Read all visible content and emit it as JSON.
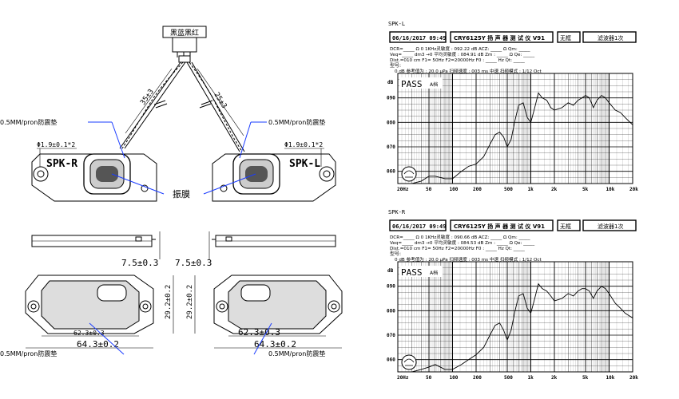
{
  "drawing": {
    "connector_label": "黑蓝黑红",
    "cable_len_left": "35±3",
    "cable_len_right": "25±3",
    "foam_note": "0.5MM/pron防震垫",
    "hole_note": "Φ1.9±0.1*2",
    "spk_left_label": "SPK-R",
    "spk_right_label": "SPK-L",
    "diaphragm_label": "振膜",
    "dim_thickness": "7.5±0.3",
    "dim_height": "29.2±0.2",
    "dim_inner_width": "62.3±0.3",
    "dim_outer_width": "64.3±0.2"
  },
  "reports": [
    {
      "section": "SPK-L",
      "date": "06/16/2017 09:49",
      "instrument": "CRY6125Y 扬 声 器 测 试 仪  V91",
      "frame_label": "无框",
      "filter_label": "滤波器1次",
      "row1": "DCR=_____ Ω     0 1KHz灵敏度 : 092.22 dB       ACZ: _____ Ω   Qm: _____",
      "row2": "Veq=_____ dm3  →0 平均灵敏度 : 084.91 dB       Zm : _____ Ω   Qe: _____",
      "row3": "Dist.=010 cm       F1=   50Hz  F2=20000Hz     F0 : _____ Hz  Qt: _____",
      "model": "型号:",
      "ref_line": "0 dB 参考值为 : 20.0 μPa    扫频速度 : 003 ms 中速   扫频模式 : 1/12 Oct",
      "pass": "PASS",
      "pass_suffix": "A档",
      "y_unit": "dB",
      "y_ticks": [
        "090",
        "080",
        "070",
        "060"
      ],
      "x_ticks": [
        "20Hz",
        "50",
        "100",
        "200",
        "500",
        "1k",
        "2k",
        "5k",
        "10k",
        "20k"
      ],
      "chart_data": {
        "type": "line",
        "xscale": "log",
        "xlim": [
          20,
          20000
        ],
        "ylim": [
          55,
          100
        ],
        "x": [
          20,
          30,
          40,
          50,
          60,
          80,
          100,
          130,
          160,
          200,
          250,
          300,
          350,
          400,
          450,
          500,
          560,
          630,
          700,
          800,
          900,
          1000,
          1100,
          1250,
          1400,
          1600,
          1800,
          2000,
          2500,
          3000,
          3500,
          4000,
          4500,
          5000,
          5600,
          6300,
          7000,
          8000,
          9000,
          10000,
          12000,
          14000,
          16000,
          20000
        ],
        "y": [
          55,
          55,
          56,
          58,
          58,
          57,
          57,
          60,
          62,
          63,
          66,
          71,
          75,
          76,
          74,
          70,
          73,
          81,
          87,
          88,
          82,
          80,
          85,
          92,
          90,
          89,
          86,
          85,
          86,
          88,
          87,
          89,
          90,
          91,
          90,
          86,
          89,
          91,
          90,
          88,
          85,
          84,
          82,
          79
        ]
      }
    },
    {
      "section": "SPK-R",
      "date": "06/16/2017 09:49",
      "instrument": "CRY6125Y 扬 声 器 测 试 仪  V91",
      "frame_label": "无框",
      "filter_label": "滤波器1次",
      "row1": "DCR=_____ Ω     0 1KHz灵敏度 : 090.66 dB       ACZ: _____ Ω   Qm: _____",
      "row2": "Veq=_____ dm3  →0 平均灵敏度 : 084.53 dB       Zm : _____ Ω   Qe: _____",
      "row3": "Dist.=010 cm       F1=   50Hz  F2=20000Hz     F0 : _____ Hz  Qt: _____",
      "model": "型号:",
      "ref_line": "0 dB 参考值为 : 20.0 μPa    扫频速度 : 003 ms 中速   扫频模式 : 1/12 Oct",
      "pass": "PASS",
      "pass_suffix": "A档",
      "y_unit": "dB",
      "y_ticks": [
        "090",
        "080",
        "070",
        "060"
      ],
      "x_ticks": [
        "20Hz",
        "50",
        "100",
        "200",
        "500",
        "1k",
        "2k",
        "5k",
        "10k",
        "20k"
      ],
      "chart_data": {
        "type": "line",
        "xscale": "log",
        "xlim": [
          20,
          20000
        ],
        "ylim": [
          55,
          100
        ],
        "x": [
          20,
          30,
          40,
          50,
          60,
          80,
          100,
          130,
          160,
          200,
          250,
          300,
          350,
          400,
          450,
          500,
          560,
          630,
          700,
          800,
          900,
          1000,
          1100,
          1250,
          1400,
          1600,
          1800,
          2000,
          2500,
          3000,
          3500,
          4000,
          4500,
          5000,
          5600,
          6300,
          7000,
          8000,
          9000,
          10000,
          12000,
          14000,
          16000,
          20000
        ],
        "y": [
          55,
          55,
          56,
          57,
          58,
          56,
          56,
          58,
          60,
          62,
          65,
          70,
          74,
          75,
          72,
          68,
          72,
          80,
          86,
          87,
          81,
          79,
          84,
          91,
          89,
          88,
          86,
          84,
          85,
          87,
          86,
          88,
          89,
          89,
          88,
          85,
          88,
          90,
          89,
          87,
          83,
          81,
          79,
          77
        ]
      }
    }
  ]
}
